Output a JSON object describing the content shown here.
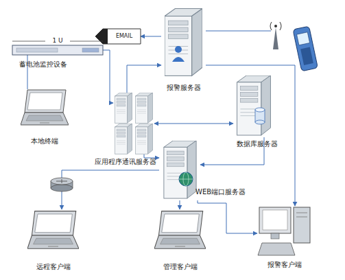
{
  "diagram": {
    "nodes": [
      {
        "text": [
          "EMAIL"
        ]
      },
      {
        "text": [
          "报警服务器"
        ]
      },
      {
        "text": [
          "1 U",
          "蓄电池监控设备"
        ]
      },
      {
        "text": [
          "本地终端"
        ]
      },
      {
        "text": [
          "数据库服务器"
        ]
      },
      {
        "text": [
          "应用程序通讯服务器"
        ]
      },
      {
        "text": [
          "WEB端口服务器"
        ],
        "in": 5
      },
      {
        "text": [
          "远程客户端"
        ]
      },
      {
        "text": [
          "管理客户端"
        ]
      },
      {
        "text": [
          "报警客户端"
        ]
      }
    ],
    "edges": [
      {
        "from": 1,
        "to": 0,
        "arrow": "to"
      },
      {
        "from": 1,
        "to": 9,
        "arrow": "to"
      },
      {
        "from": 2,
        "to": 3,
        "arrow": "none"
      },
      {
        "from": 4,
        "to": 5,
        "arrow": "to"
      },
      {
        "from": 5,
        "to": 7,
        "arrow": "to"
      },
      {
        "from": 5,
        "to": 8,
        "arrow": "to"
      },
      {
        "from": 5,
        "to": 9,
        "arrow": "to"
      }
    ]
  }
}
